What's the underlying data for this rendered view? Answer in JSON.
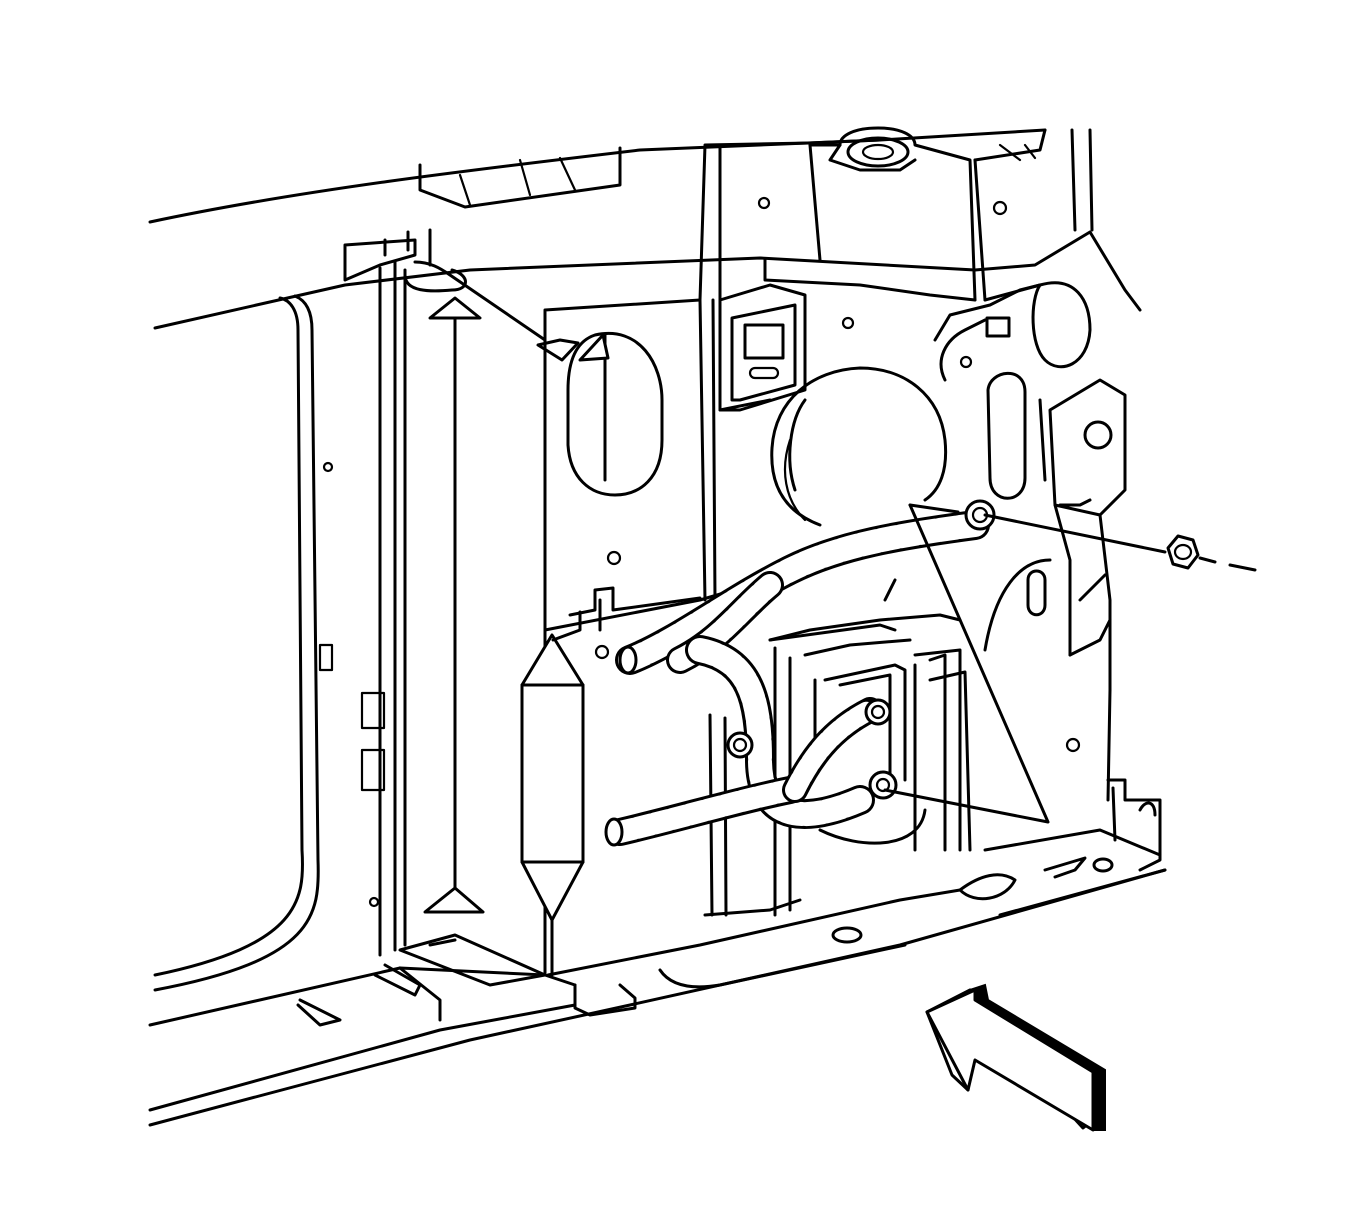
{
  "figure": {
    "kind": "line-art technical illustration",
    "colors": {
      "line": "#000000",
      "background": "#ffffff"
    },
    "components": [
      "radiator-support-panel",
      "left-vertical-rail",
      "hood-latch-bracket",
      "wiring-harness",
      "harness-nut",
      "lower-crossmember",
      "view-direction-arrow"
    ]
  }
}
